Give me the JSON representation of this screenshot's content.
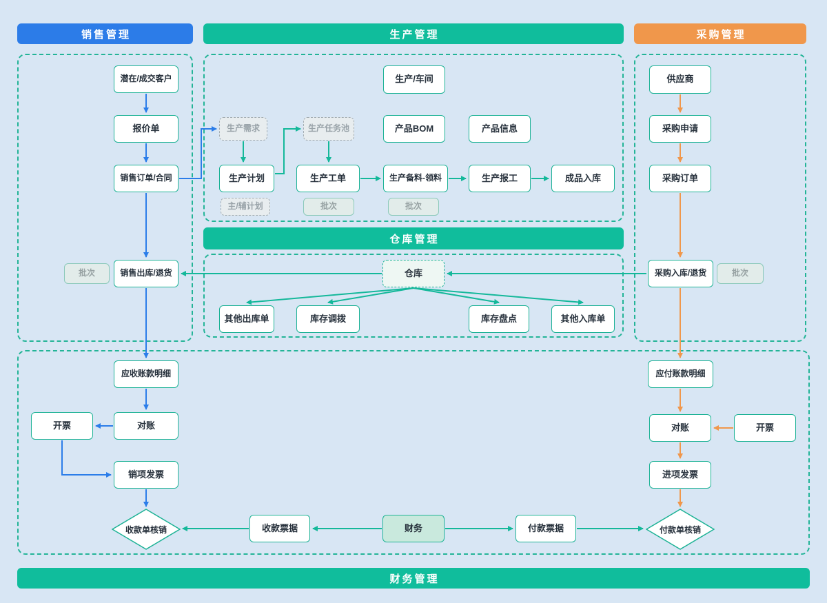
{
  "headers": {
    "sales": "销售管理",
    "production": "生产管理",
    "procurement": "采购管理",
    "warehouse": "仓库管理",
    "finance": "财务管理"
  },
  "nodes": {
    "customer": "潜在/成交客户",
    "quotation": "报价单",
    "sales_order": "销售订单/合同",
    "sales_batch": "批次",
    "sales_outbound": "销售出库/退货",
    "receivable_detail": "应收账款明细",
    "sales_reconcile": "对账",
    "sales_invoice_issue": "开票",
    "output_invoice": "销项发票",
    "receipt_writeoff": "收款单核销",
    "workshop": "生产/车间",
    "prod_demand": "生产需求",
    "prod_task_pool": "生产任务池",
    "product_bom": "产品BOM",
    "product_info": "产品信息",
    "prod_plan": "生产计划",
    "main_aux_plan": "主/辅计划",
    "prod_workorder": "生产工单",
    "workorder_batch": "批次",
    "material_prep": "生产备料-领料",
    "material_batch": "批次",
    "prod_report": "生产报工",
    "finished_inbound": "成品入库",
    "warehouse": "仓库",
    "other_outbound": "其他出库单",
    "inventory_transfer": "库存调拨",
    "inventory_count": "库存盘点",
    "other_inbound": "其他入库单",
    "supplier": "供应商",
    "purchase_request": "采购申请",
    "purchase_order": "采购订单",
    "purchase_inbound": "采购入库/退货",
    "purchase_batch": "批次",
    "payable_detail": "应付账款明细",
    "purchase_reconcile": "对账",
    "purchase_invoice_issue": "开票",
    "input_invoice": "进项发票",
    "payment_writeoff": "付款单核销",
    "receipt_bill": "收款票据",
    "finance_hub": "财务",
    "payment_bill": "付款票据"
  },
  "colors": {
    "sales_header": "#2c7ce8",
    "production_header": "#10bd9c",
    "procurement_header": "#f0974b",
    "arrow_blue": "#2b7de9",
    "arrow_teal": "#14b89a",
    "arrow_orange": "#f0974b",
    "node_border": "#1cb295",
    "background": "#d8e6f4"
  }
}
